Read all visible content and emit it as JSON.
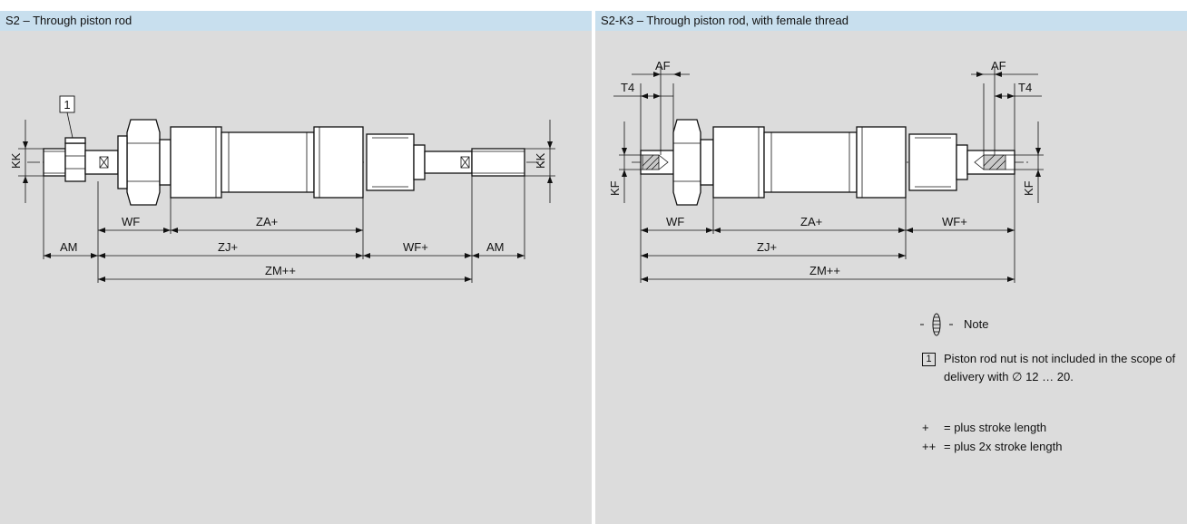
{
  "panels": {
    "left": {
      "title": "S2 – Through piston rod"
    },
    "right": {
      "title": "S2-K3 – Through piston rod, with female thread"
    }
  },
  "labels": {
    "KK": "KK",
    "WF": "WF",
    "ZA": "ZA+",
    "AM": "AM",
    "ZJ": "ZJ+",
    "WFp": "WF+",
    "ZM": "ZM++",
    "AF": "AF",
    "T4": "T4",
    "KF": "KF",
    "callout_1": "1"
  },
  "notes": {
    "title": "Note",
    "callout": "1",
    "text": "Piston rod nut is not included in the scope of delivery with ∅ 12 … 20.",
    "legend": [
      {
        "symbol": "+",
        "text": "= plus stroke length"
      },
      {
        "symbol": "++",
        "text": "= plus 2x stroke length"
      }
    ]
  },
  "colors": {
    "panel_bg": "#dcdcdc",
    "header_bg": "#c8dfee"
  }
}
